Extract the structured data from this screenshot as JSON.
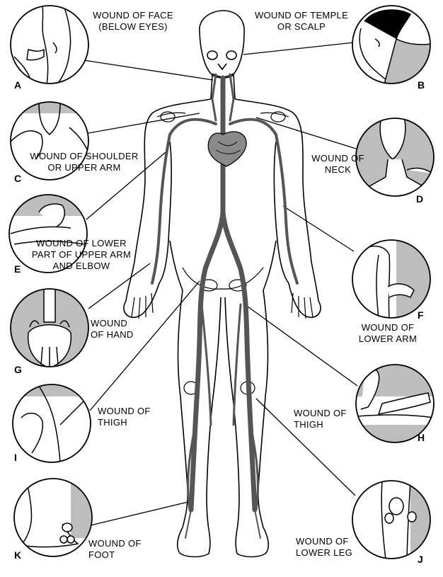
{
  "colors": {
    "vessel": "#555555",
    "heart": "#8a8a8a",
    "outline": "#000000",
    "circle_bg": "#bdbdbd"
  },
  "callouts": {
    "A": {
      "letter": "A",
      "lines": [
        "WOUND OF FACE",
        "(BELOW EYES)"
      ]
    },
    "B": {
      "letter": "B",
      "lines": [
        "WOUND OF TEMPLE",
        "OR SCALP"
      ]
    },
    "C": {
      "letter": "C",
      "lines": [
        "WOUND OF SHOULDER",
        "OR UPPER ARM"
      ]
    },
    "D": {
      "letter": "D",
      "lines": [
        "WOUND OF",
        "NECK"
      ]
    },
    "E": {
      "letter": "E",
      "lines": [
        "WOUND OF LOWER",
        "PART OF UPPER ARM",
        "AND ELBOW"
      ]
    },
    "F": {
      "letter": "F",
      "lines": [
        "WOUND OF",
        "LOWER ARM"
      ]
    },
    "G": {
      "letter": "G",
      "lines": [
        "WOUND",
        "OF HAND"
      ]
    },
    "H": {
      "letter": "H",
      "lines": [
        "WOUND OF",
        "THIGH"
      ]
    },
    "I": {
      "letter": "I",
      "lines": [
        "WOUND OF",
        "THIGH"
      ]
    },
    "J": {
      "letter": "J",
      "lines": [
        "WOUND OF",
        "LOWER LEG"
      ]
    },
    "K": {
      "letter": "K",
      "lines": [
        "WOUND OF",
        "FOOT"
      ]
    }
  },
  "icons": {
    "heart": "heart-icon",
    "body": "human-circulatory-figure"
  }
}
